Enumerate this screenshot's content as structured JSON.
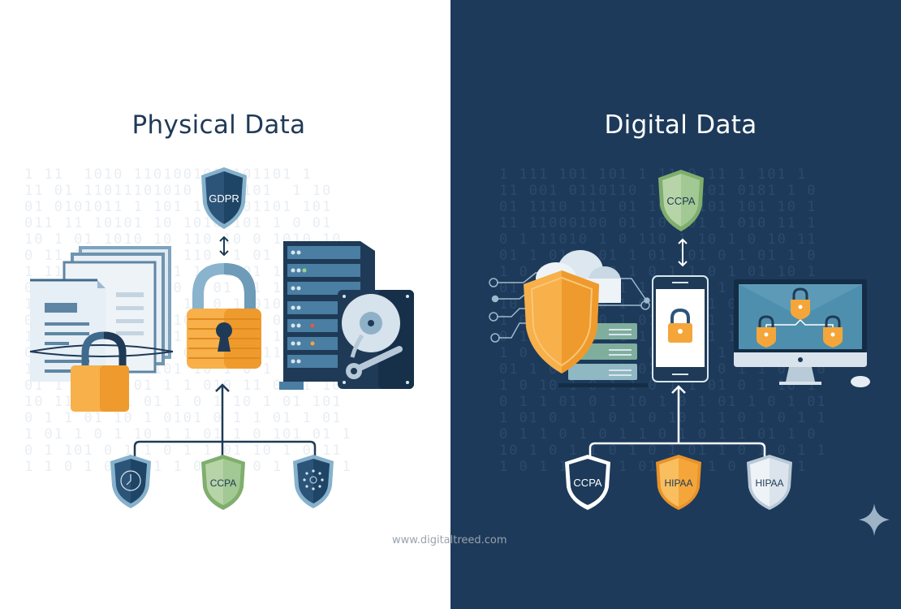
{
  "left_panel": {
    "title": "Physical Data",
    "top_shield": {
      "label": "GDPR",
      "color": "#2c5478"
    },
    "items": [
      "documents-locked",
      "padlock",
      "server-rack-hard-drive"
    ],
    "bottom_shields": [
      {
        "label": "",
        "icon": "globe-clock-icon",
        "color": "#2c5478"
      },
      {
        "label": "CCPA",
        "color": "#8fbf7f"
      },
      {
        "label": "",
        "icon": "eu-stars-clock-icon",
        "color": "#2c5478"
      }
    ]
  },
  "right_panel": {
    "title": "Digital Data",
    "top_shield": {
      "label": "CCPA",
      "color": "#8fbf7f"
    },
    "items": [
      "cloud-shield-server",
      "smartphone-lock",
      "monitor-lock-network"
    ],
    "bottom_shields": [
      {
        "label": "CCPA",
        "color": "#1d3a5a"
      },
      {
        "label": "HIPAA",
        "color": "#f4a63a"
      },
      {
        "label": "HIPAA",
        "color": "#d9e2ec"
      }
    ]
  },
  "binary_left": "1 11  1010 1101001010101101 1\n11 01 11011101010 1010101  1 10\n01 0101011 1 101 1011 01101 101\n011 11 10101 10 1010 101 1 0 01\n10 1 01 1010 10 110 10 0 1010 10\n0 11 10 1 01 01 110  1 01 011 01\n1 11 010 10100 1 10 1101 10 11 1\n01 1 1 1101 0 10 1 01 01 10 100\n10110 10 1 0101 11 0 1 0101 01 1\n0 1 01 101 10 010 1 1101 0 10 11\n11001 0 10 1 101 1 010 1 10 0101\n0 1 01101 0 1 1 01 10 1 1101 01 1\n1 101 0 1 10 101 10 1 0 1 01 101\n01 1 0 101 01 1 1 010 11 01 1 10\n10 11 010 1 01 1 0 1 10 1 01 101\n0 1 1 01 10 1 0101 0 1 1 01 1 01\n1 01 1 0 1 10 1 1 01 1 0 101 01 1\n0 1 101 0 1 1 0 1 1 01 10 1 0 11\n1 1 0 1 0 1 01 1 0 1 1 0 1 1 01 1",
  "binary_right": "1 111 101 101 1 11 0 11 1 101 1\n11 001 0110110 10 01101 0181 1 0\n01 1110 111 01 101 0101 101 10 1\n11 11000100 01 10 101 1 010 11 1\n0 1 11010 1 0 110 1 10 1 0 10 11\n01 1 0101 01 1 01 101 0 1 01 1 0\n1 0 1 10 1 0 1 0 1 1 0 1 01 10 1\n01 0 1 0 10 1 1 0 1 0 1 10 1 0 1\n10 1 01 1 0 1 0 10 1 1 0 1 01 1 0\n1 01 1 0 10 1 01 1 0 1 10 1 0 101\n0 10 1 0 1 01 1 0 1 01 1 0 10 1 1\n1 0 1 10 1 0 1 01 0 1 1 0 1 01 1\n01 1 0 1 10 1 01 1 01 0 1 1 0 1 0\n1 0 10 1 0 1 1 0 1 1 01 0 1 10 1\n0 1 1 01 0 1 10 1 0 1 01 1 0 1 01\n1 01 0 1 1 0 1 0 10 1 1 0 1 0 1 1\n0 1 1 0 1 0 1 1 0 1 0 1 1 01 1 0\n10 1 0 1 1 0 1 0 1 01 1 0 1 0 1 1\n1 0 1 1 0 1 1 01 0 1 1 0 1 10 1",
  "watermark": "www.digitaltreed.com",
  "colors": {
    "navy": "#1d3a5a",
    "dark_blue": "#2c5478",
    "orange": "#f4a63a",
    "green": "#8fbf7f",
    "light_blue": "#7fa9c4"
  }
}
